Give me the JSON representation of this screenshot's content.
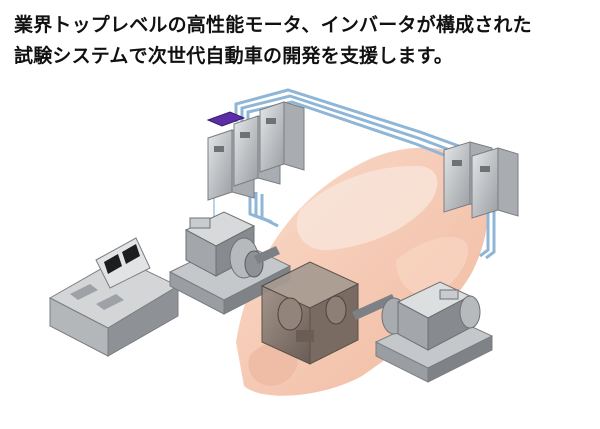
{
  "headline": {
    "line1": "業界トップレベルの高性能モータ、インバータが構成された",
    "line2": "試験システムで次世代自動車の開発を支援します。"
  },
  "illustration": {
    "subject": "test-system-with-car",
    "colors": {
      "car_body": "#f2b08f",
      "cable": "#8fb6d6",
      "equipment": "#b9bcbf",
      "equipment_dark": "#6e7275",
      "display": "#5b2da6"
    }
  }
}
